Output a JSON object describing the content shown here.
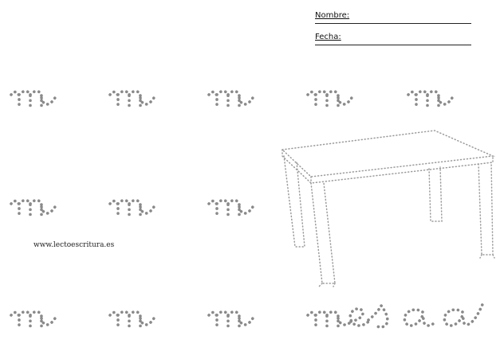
{
  "header": {
    "name_label": "Nombre:",
    "date_label": "Fecha:"
  },
  "footer": {
    "website": "www.lectoescritura.es"
  },
  "worksheet": {
    "trace_letter": "m",
    "trace_word": "mesa",
    "illustration": "table",
    "dot_color": "#8a8a8a"
  }
}
